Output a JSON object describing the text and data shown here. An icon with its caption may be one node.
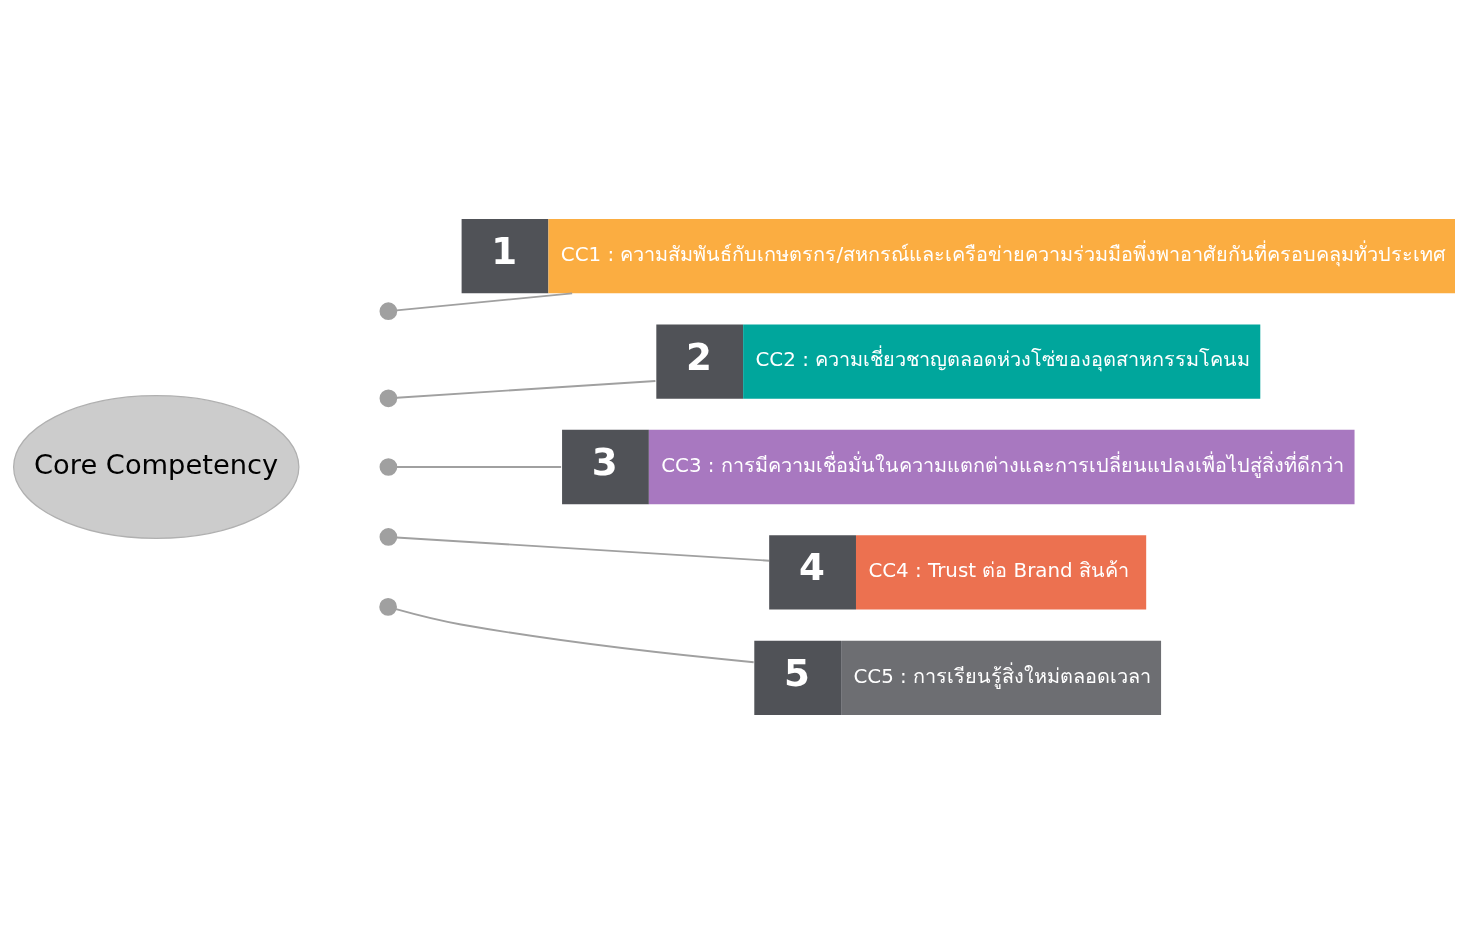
{
  "diagram": {
    "nodes": [
      {
        "text": [
          "Core Competency"
        ]
      },
      {
        "text": [
          "1",
          "CC1 : ความสัมพันธ์กับเกษตรกร/สหกรณ์และเครือข่ายความร่วมมือพึ่งพาอาศัยกันที่ครอบคลุมทั่วประเทศ"
        ]
      },
      {
        "text": [
          "2",
          "CC2 : ความเชี่ยวชาญตลอดห่วงโซ่ของอุตสาหกรรมโคนม"
        ]
      },
      {
        "text": [
          "3",
          "CC3 : การมีความเชื่อมั่นในความแตกต่างและการเปลี่ยนแปลงเพื่อไปสู่สิ่งที่ดีกว่า"
        ]
      },
      {
        "text": [
          "4",
          "CC4 : Trust ต่อ Brand สินค้า"
        ]
      },
      {
        "text": [
          "5",
          "CC5 : การเรียนรู้สิ่งใหม่ตลอดเวลา"
        ]
      }
    ],
    "edges": [
      {
        "from": null,
        "to": 1,
        "arrow": "other"
      },
      {
        "from": null,
        "to": 2,
        "arrow": "other"
      },
      {
        "from": null,
        "to": 3,
        "arrow": "other"
      },
      {
        "from": null,
        "to": 4,
        "arrow": "other"
      },
      {
        "from": null,
        "to": 5,
        "arrow": "other"
      }
    ]
  }
}
